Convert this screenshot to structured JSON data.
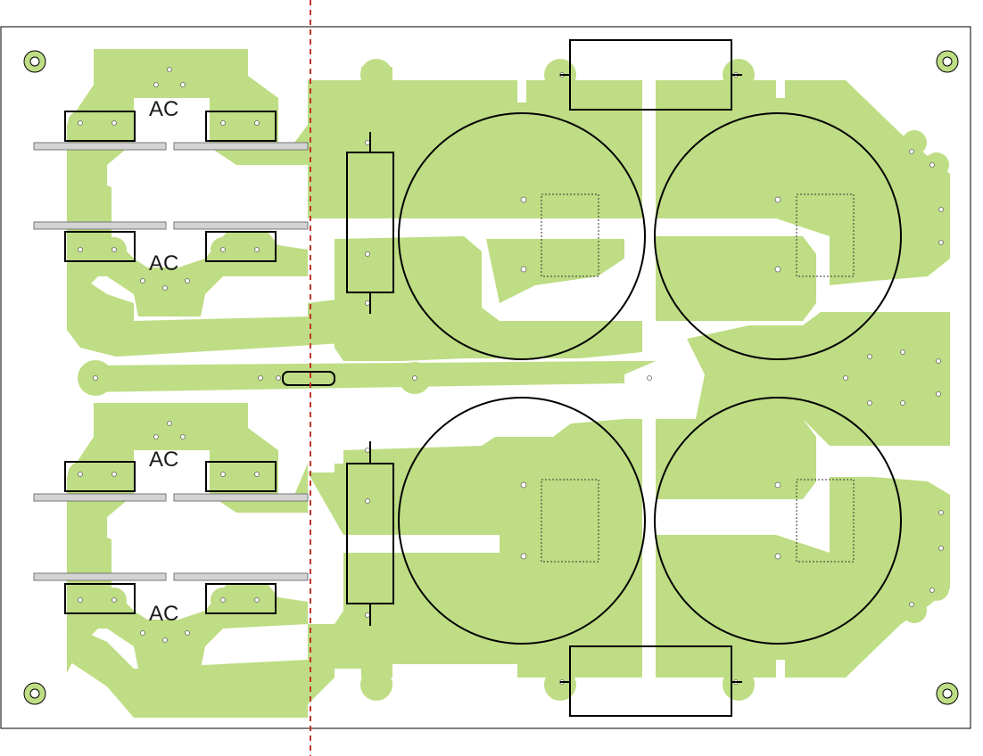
{
  "labels": {
    "ac_upper_1": "AC",
    "ac_upper_2": "AC",
    "ac_lower_1": "AC",
    "ac_lower_2": "AC"
  },
  "colors": {
    "copper": "#bedd84",
    "outline": "#000000",
    "cut_line": "#c0392b",
    "heatsink_bar": "#d3d3d3"
  }
}
